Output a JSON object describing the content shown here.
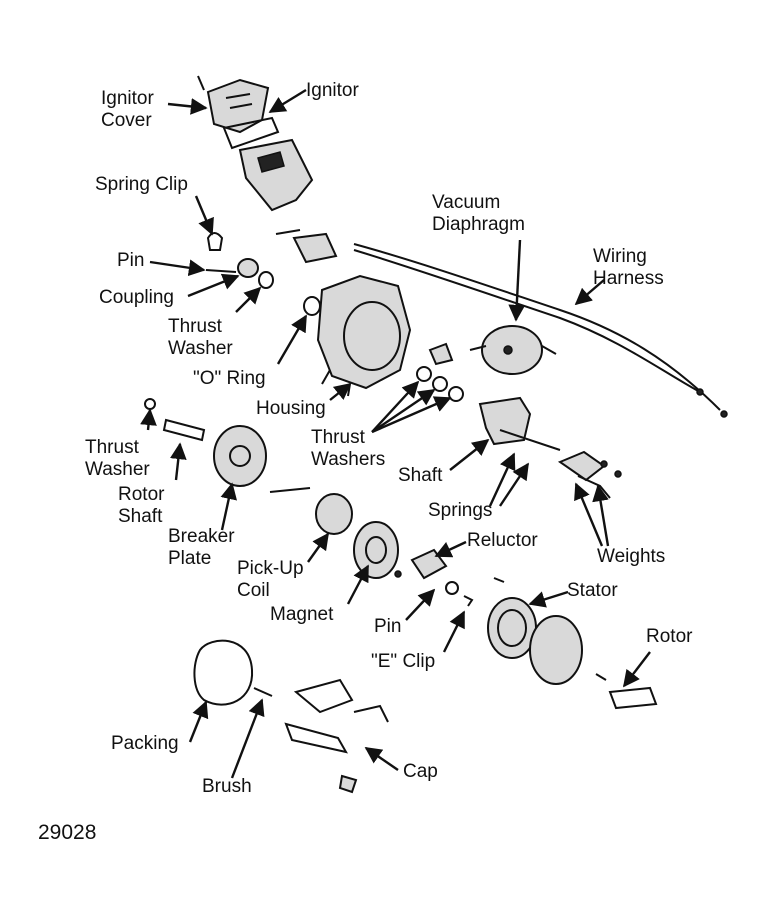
{
  "labels": {
    "ignitor_cover": "Ignitor\nCover",
    "ignitor": "Ignitor",
    "spring_clip": "Spring Clip",
    "pin_top": "Pin",
    "coupling": "Coupling",
    "thrust_washer_top": "Thrust\nWasher",
    "o_ring": "\"O\" Ring",
    "vacuum_diaphragm": "Vacuum\nDiaphragm",
    "wiring_harness": "Wiring\nHarness",
    "housing": "Housing",
    "thrust_washer_left": "Thrust\nWasher",
    "rotor_shaft": "Rotor\nShaft",
    "thrust_washers": "Thrust\nWashers",
    "shaft": "Shaft",
    "springs": "Springs",
    "weights": "Weights",
    "breaker_plate": "Breaker\nPlate",
    "pick_up_coil": "Pick-Up\nCoil",
    "magnet": "Magnet",
    "reluctor": "Reluctor",
    "stator": "Stator",
    "pin_bottom": "Pin",
    "e_clip": "\"E\" Clip",
    "rotor": "Rotor",
    "packing": "Packing",
    "brush": "Brush",
    "cap": "Cap"
  },
  "figure_number": "29028"
}
